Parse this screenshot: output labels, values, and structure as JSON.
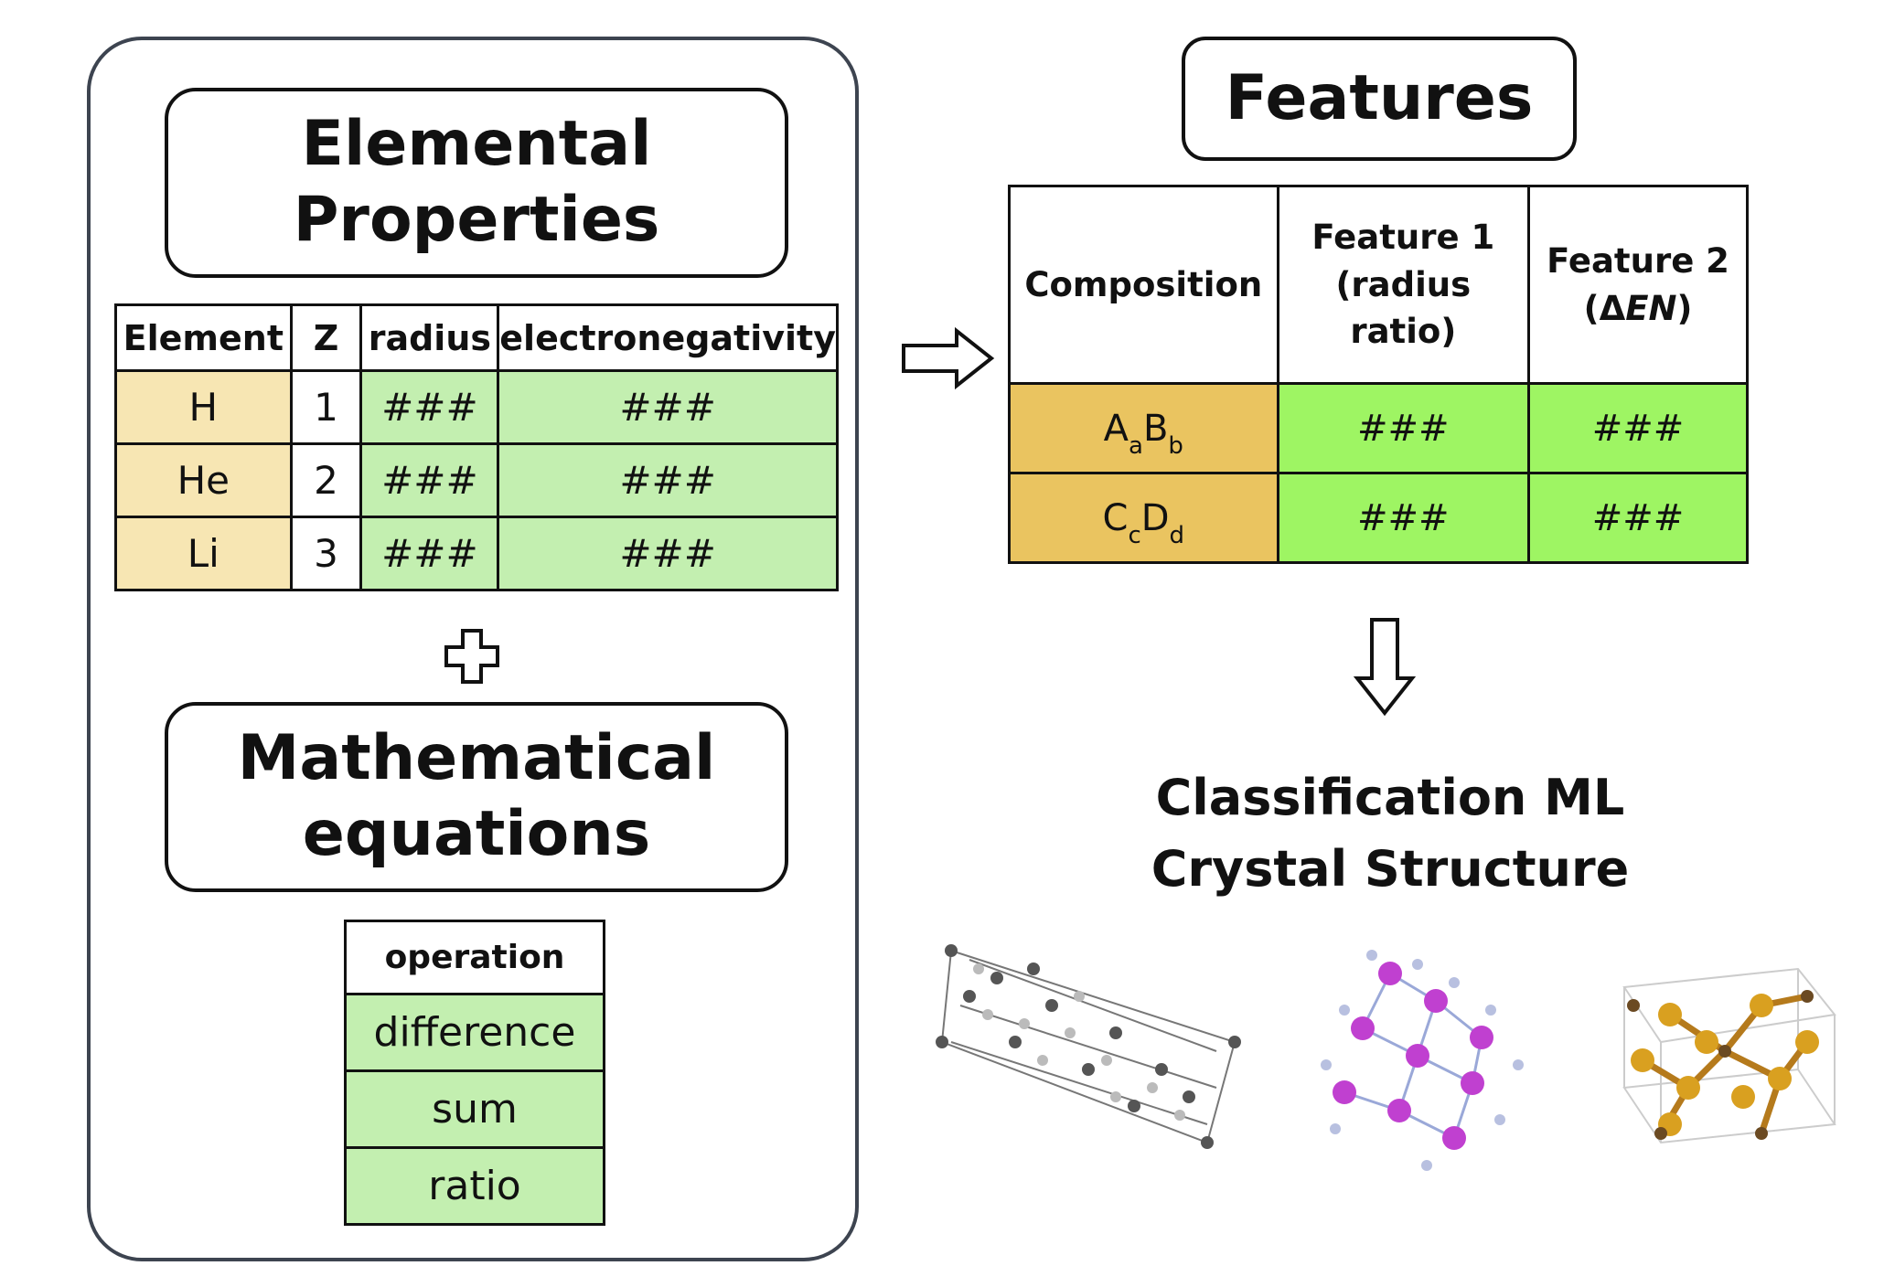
{
  "left_panel": {
    "elemental_title_line1": "Elemental",
    "elemental_title_line2": "Properties",
    "properties_table": {
      "headers": [
        "Element",
        "Z",
        "radius",
        "electronegativity"
      ],
      "rows": [
        [
          "H",
          "1",
          "###",
          "###"
        ],
        [
          "He",
          "2",
          "###",
          "###"
        ],
        [
          "Li",
          "3",
          "###",
          "###"
        ]
      ]
    },
    "math_title_line1": "Mathematical",
    "math_title_line2": "equations",
    "operations_table": {
      "header": "operation",
      "rows": [
        "difference",
        "sum",
        "ratio"
      ]
    }
  },
  "features": {
    "title": "Features",
    "table": {
      "headers": {
        "col1": "Composition",
        "col2_line1": "Feature 1",
        "col2_line2": "(radius ratio)",
        "col3_line1": "Feature 2",
        "col3_line2_open": "(",
        "col3_delta": "Δ",
        "col3_en": "EN",
        "col3_line2_close": ")"
      },
      "rows": [
        {
          "e1": "A",
          "s1": "a",
          "e2": "B",
          "s2": "b",
          "f1": "###",
          "f2": "###"
        },
        {
          "e1": "C",
          "s1": "c",
          "e2": "D",
          "s2": "d",
          "f1": "###",
          "f2": "###"
        }
      ]
    }
  },
  "classification": {
    "line1": "Classification ML",
    "line2": "Crystal Structure"
  },
  "colors": {
    "element_cell": "#f7e6b3",
    "value_cell": "#c3efb0",
    "composition_cell": "#eac460",
    "feature_value_cell": "#9ef563",
    "panel_border": "#3d4450"
  },
  "icons": [
    "plus-icon",
    "arrow-right-icon",
    "arrow-down-icon",
    "crystal-structure-images"
  ]
}
